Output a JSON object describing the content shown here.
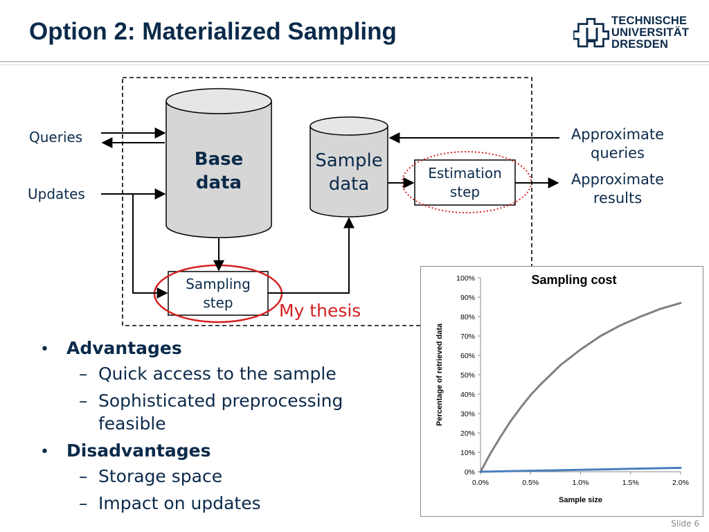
{
  "slide": {
    "title": "Option 2: Materialized Sampling",
    "logo_lines": [
      "TECHNISCHE",
      "UNIVERSITÄT",
      "DRESDEN"
    ],
    "slide_number": "Slide 6"
  },
  "diagram": {
    "queries": "Queries",
    "updates": "Updates",
    "base_data": [
      "Base",
      "data"
    ],
    "sample_data": [
      "Sample",
      "data"
    ],
    "sampling_step": [
      "Sampling",
      "step"
    ],
    "estimation_step": [
      "Estimation",
      "step"
    ],
    "approx_queries": [
      "Approximate",
      "queries"
    ],
    "approx_results": [
      "Approximate",
      "results"
    ],
    "my_thesis": "My thesis",
    "colors": {
      "text": "#0b2a4a",
      "highlight": "#d42020",
      "cylinder": "#d6d6d6"
    }
  },
  "bullets": [
    {
      "label": "Advantages",
      "items": [
        "Quick access to the sample",
        "Sophisticated preprocessing feasible"
      ]
    },
    {
      "label": "Disadvantages",
      "items": [
        "Storage space",
        "Impact on updates"
      ]
    }
  ],
  "chart_data": {
    "type": "line",
    "title": "Sampling cost",
    "xlabel": "Sample size",
    "ylabel": "Percentage of retrieved data",
    "xlim": [
      0,
      2.0
    ],
    "ylim": [
      0,
      100
    ],
    "xticks": [
      "0.0%",
      "0.5%",
      "1.0%",
      "1.5%",
      "2.0%"
    ],
    "yticks": [
      "0%",
      "10%",
      "20%",
      "30%",
      "40%",
      "50%",
      "60%",
      "70%",
      "80%",
      "90%",
      "100%"
    ],
    "series": [
      {
        "color": "#808080",
        "x": [
          0,
          0.1,
          0.2,
          0.3,
          0.4,
          0.5,
          0.6,
          0.7,
          0.8,
          0.9,
          1.0,
          1.2,
          1.4,
          1.6,
          1.8,
          2.0
        ],
        "y": [
          0,
          9.5,
          18,
          26,
          33,
          39.5,
          45,
          50,
          55,
          59,
          63,
          70,
          75.5,
          80,
          84,
          87
        ]
      },
      {
        "color": "#4a7ebb",
        "x": [
          0,
          0.5,
          1.0,
          1.5,
          2.0
        ],
        "y": [
          0,
          0.5,
          1.0,
          1.5,
          2.0
        ]
      }
    ],
    "grid": false,
    "legend": "none"
  }
}
